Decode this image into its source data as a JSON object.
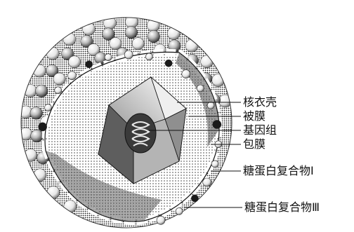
{
  "labels": {
    "nucleocapsid": "核衣壳",
    "tegument": "被膜",
    "genome": "基因组",
    "envelope": "包膜",
    "glycoprotein_complex_1": "糖蛋白复合物Ⅰ",
    "glycoprotein_complex_3": "糖蛋白复合物Ⅲ"
  }
}
